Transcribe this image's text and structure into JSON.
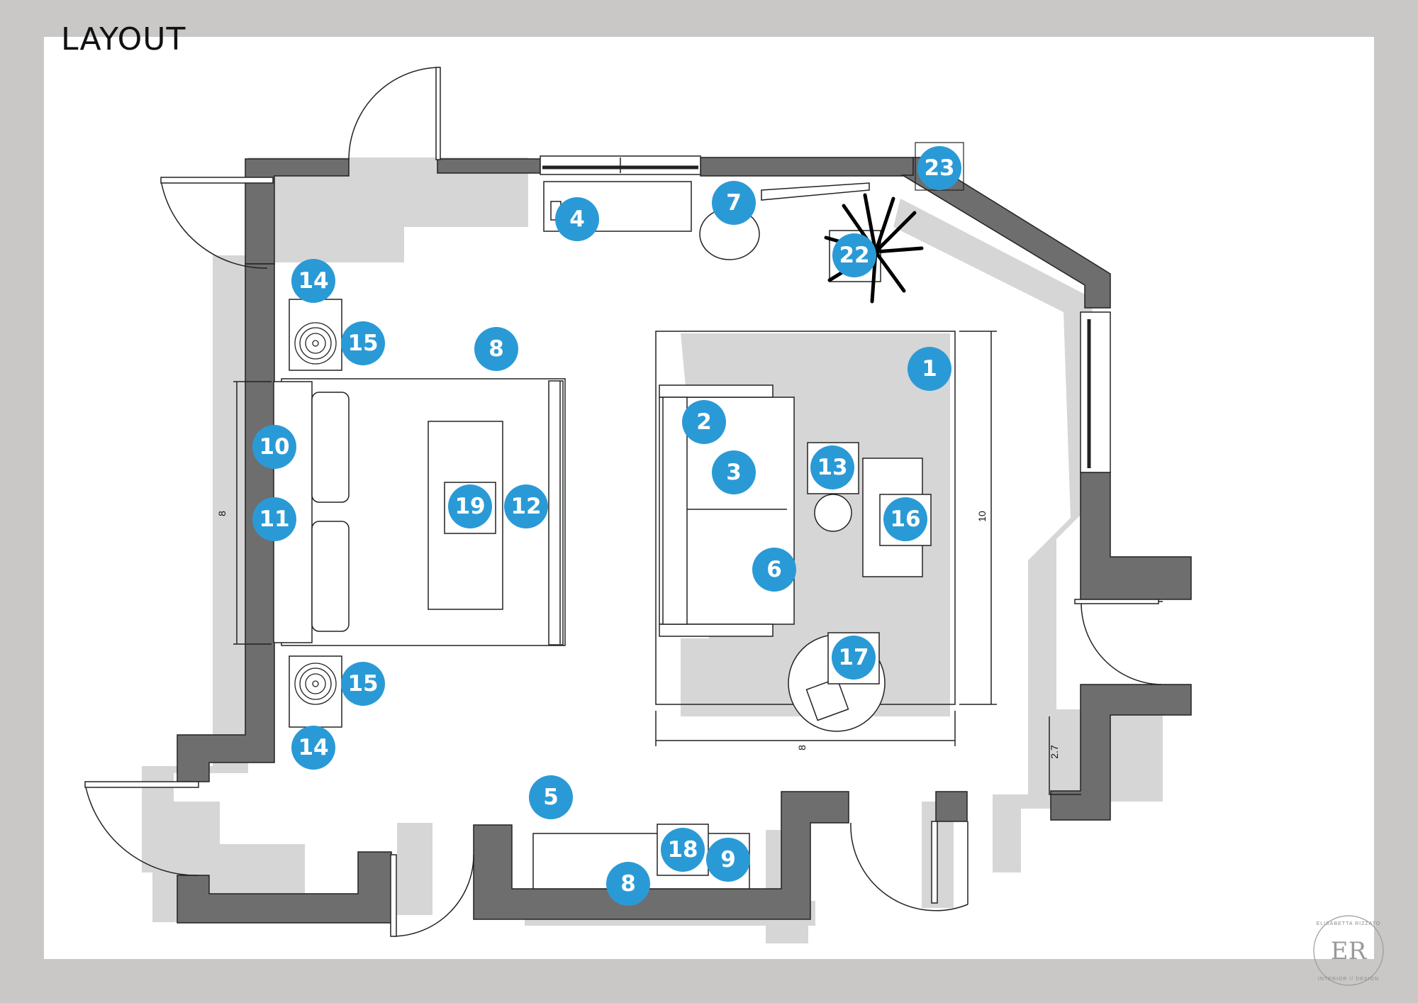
{
  "title": "LAYOUT",
  "markers": [
    {
      "id": "1",
      "label": "1"
    },
    {
      "id": "2",
      "label": "2"
    },
    {
      "id": "3",
      "label": "3"
    },
    {
      "id": "4",
      "label": "4"
    },
    {
      "id": "5",
      "label": "5"
    },
    {
      "id": "6",
      "label": "6"
    },
    {
      "id": "7",
      "label": "7"
    },
    {
      "id": "8a",
      "label": "8"
    },
    {
      "id": "8b",
      "label": "8"
    },
    {
      "id": "9",
      "label": "9"
    },
    {
      "id": "10",
      "label": "10"
    },
    {
      "id": "11",
      "label": "11"
    },
    {
      "id": "12",
      "label": "12"
    },
    {
      "id": "13",
      "label": "13"
    },
    {
      "id": "14a",
      "label": "14"
    },
    {
      "id": "14b",
      "label": "14"
    },
    {
      "id": "15a",
      "label": "15"
    },
    {
      "id": "15b",
      "label": "15"
    },
    {
      "id": "16",
      "label": "16"
    },
    {
      "id": "17",
      "label": "17"
    },
    {
      "id": "18",
      "label": "18"
    },
    {
      "id": "19",
      "label": "19"
    },
    {
      "id": "22",
      "label": "22"
    },
    {
      "id": "23",
      "label": "23"
    }
  ],
  "dimensions": {
    "rug_height": "10",
    "rug_width": "8",
    "bed_width": "8",
    "door_width": "2.7"
  },
  "logo": {
    "initials": "ER",
    "brand_top": "ELISABETTA RIZZATO",
    "brand_bottom": "INTERIOR // DESIGN"
  },
  "colors": {
    "marker": "#2a9ad6",
    "wall": "#6e6e6e",
    "shadow": "#d6d6d6",
    "frame": "#c9c8c6"
  }
}
